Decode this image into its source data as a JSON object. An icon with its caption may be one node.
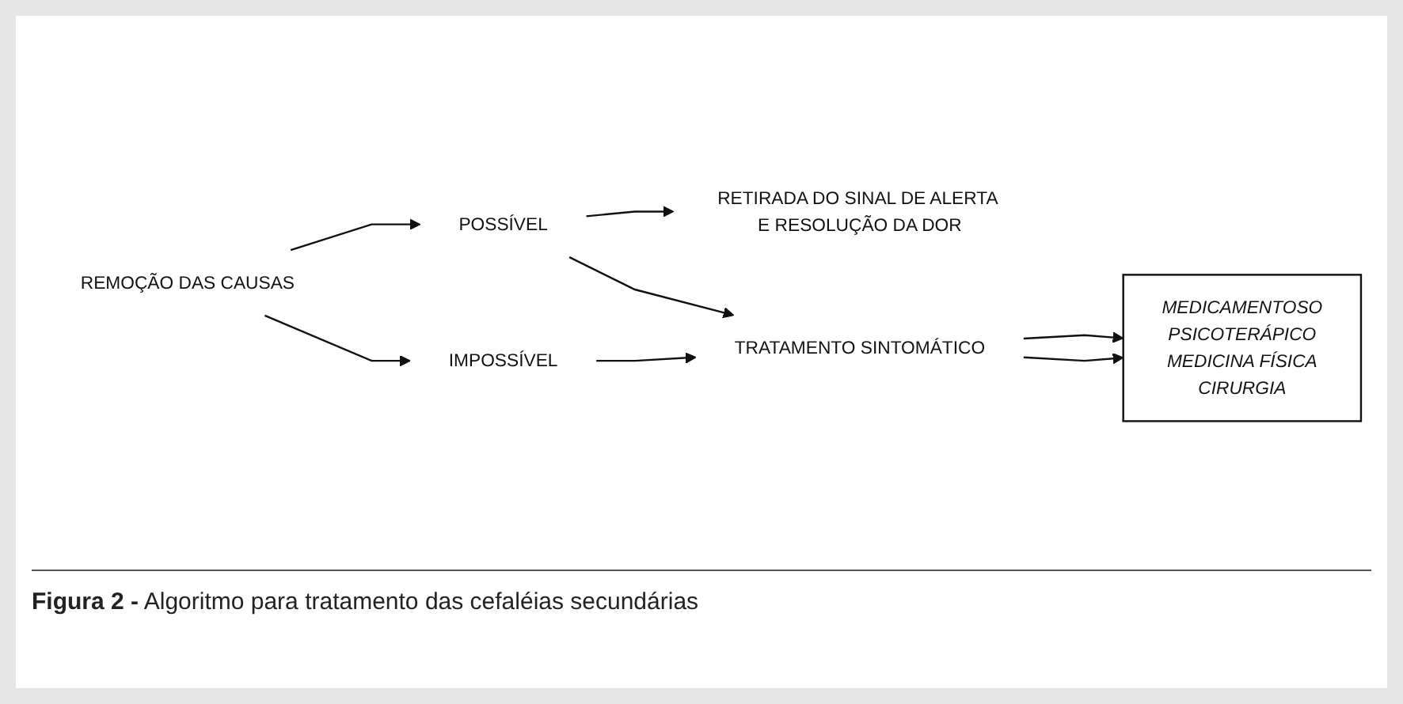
{
  "diagram": {
    "caption": "**Figura 2 -** Algoritmo para  tratamento das cefaléias secundárias",
    "nodes": [
      {
        "text": [
          "REMOÇÃO DAS CAUSAS"
        ]
      },
      {
        "text": [
          "POSSÍVEL"
        ]
      },
      {
        "text": [
          "IMPOSSÍVEL"
        ]
      },
      {
        "text": [
          "RETIRADA DO SINAL DE ALERTA E RESOLUÇÃO DA DOR"
        ]
      },
      {
        "text": [
          "TRATAMENTO SINTOMÁTICO"
        ]
      },
      {
        "text": [
          "MEDICAMENTOSO",
          "PSICOTERÁPICO",
          "MEDICINA FÍSICA",
          "CIRURGIA"
        ]
      }
    ],
    "edges": [
      {
        "from": 0,
        "to": 1,
        "arrow": "to"
      },
      {
        "from": 0,
        "to": 2,
        "arrow": "to"
      },
      {
        "from": 1,
        "to": 3,
        "arrow": "to"
      },
      {
        "from": 1,
        "to": 4,
        "arrow": "to"
      },
      {
        "from": 2,
        "to": 4,
        "arrow": "to"
      },
      {
        "from": 4,
        "to": 5,
        "arrow": "to"
      },
      {
        "from": 4,
        "to": 5,
        "arrow": "to"
      }
    ]
  }
}
